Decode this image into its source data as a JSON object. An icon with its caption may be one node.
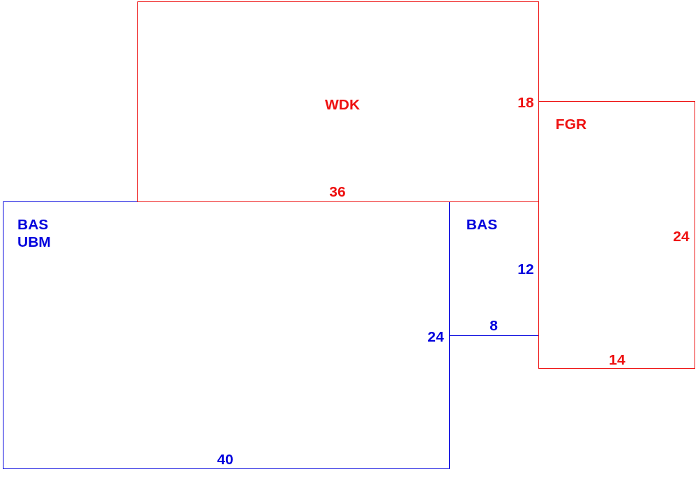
{
  "diagram": {
    "nodes": [
      {
        "text": [
          "WDK",
          "18",
          "36"
        ]
      },
      {
        "text": [
          "FGR",
          "24",
          "14"
        ]
      },
      {
        "text": [
          "BAS UBM",
          "24",
          "40"
        ]
      },
      {
        "text": [
          "BAS",
          "12",
          "8"
        ]
      }
    ]
  }
}
